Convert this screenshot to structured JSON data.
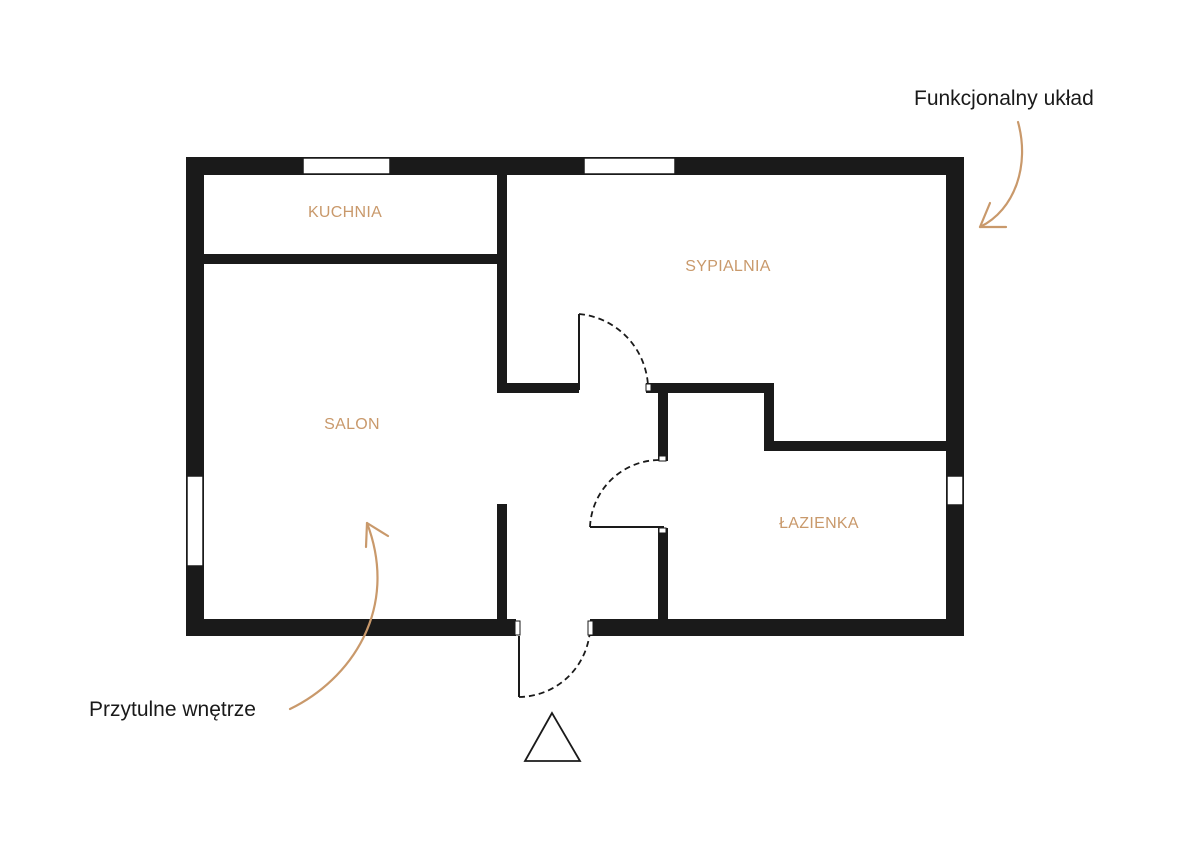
{
  "rooms": {
    "kitchen": "KUCHNIA",
    "bedroom": "SYPIALNIA",
    "living": "SALON",
    "bathroom": "ŁAZIENKA"
  },
  "annotations": {
    "top_right": "Funkcjonalny układ",
    "bottom_left": "Przytulne wnętrze"
  },
  "colors": {
    "wall": "#1a1a1a",
    "accent": "#c9996b",
    "background": "#ffffff"
  },
  "icons": {
    "entrance": "entrance-triangle-icon"
  }
}
